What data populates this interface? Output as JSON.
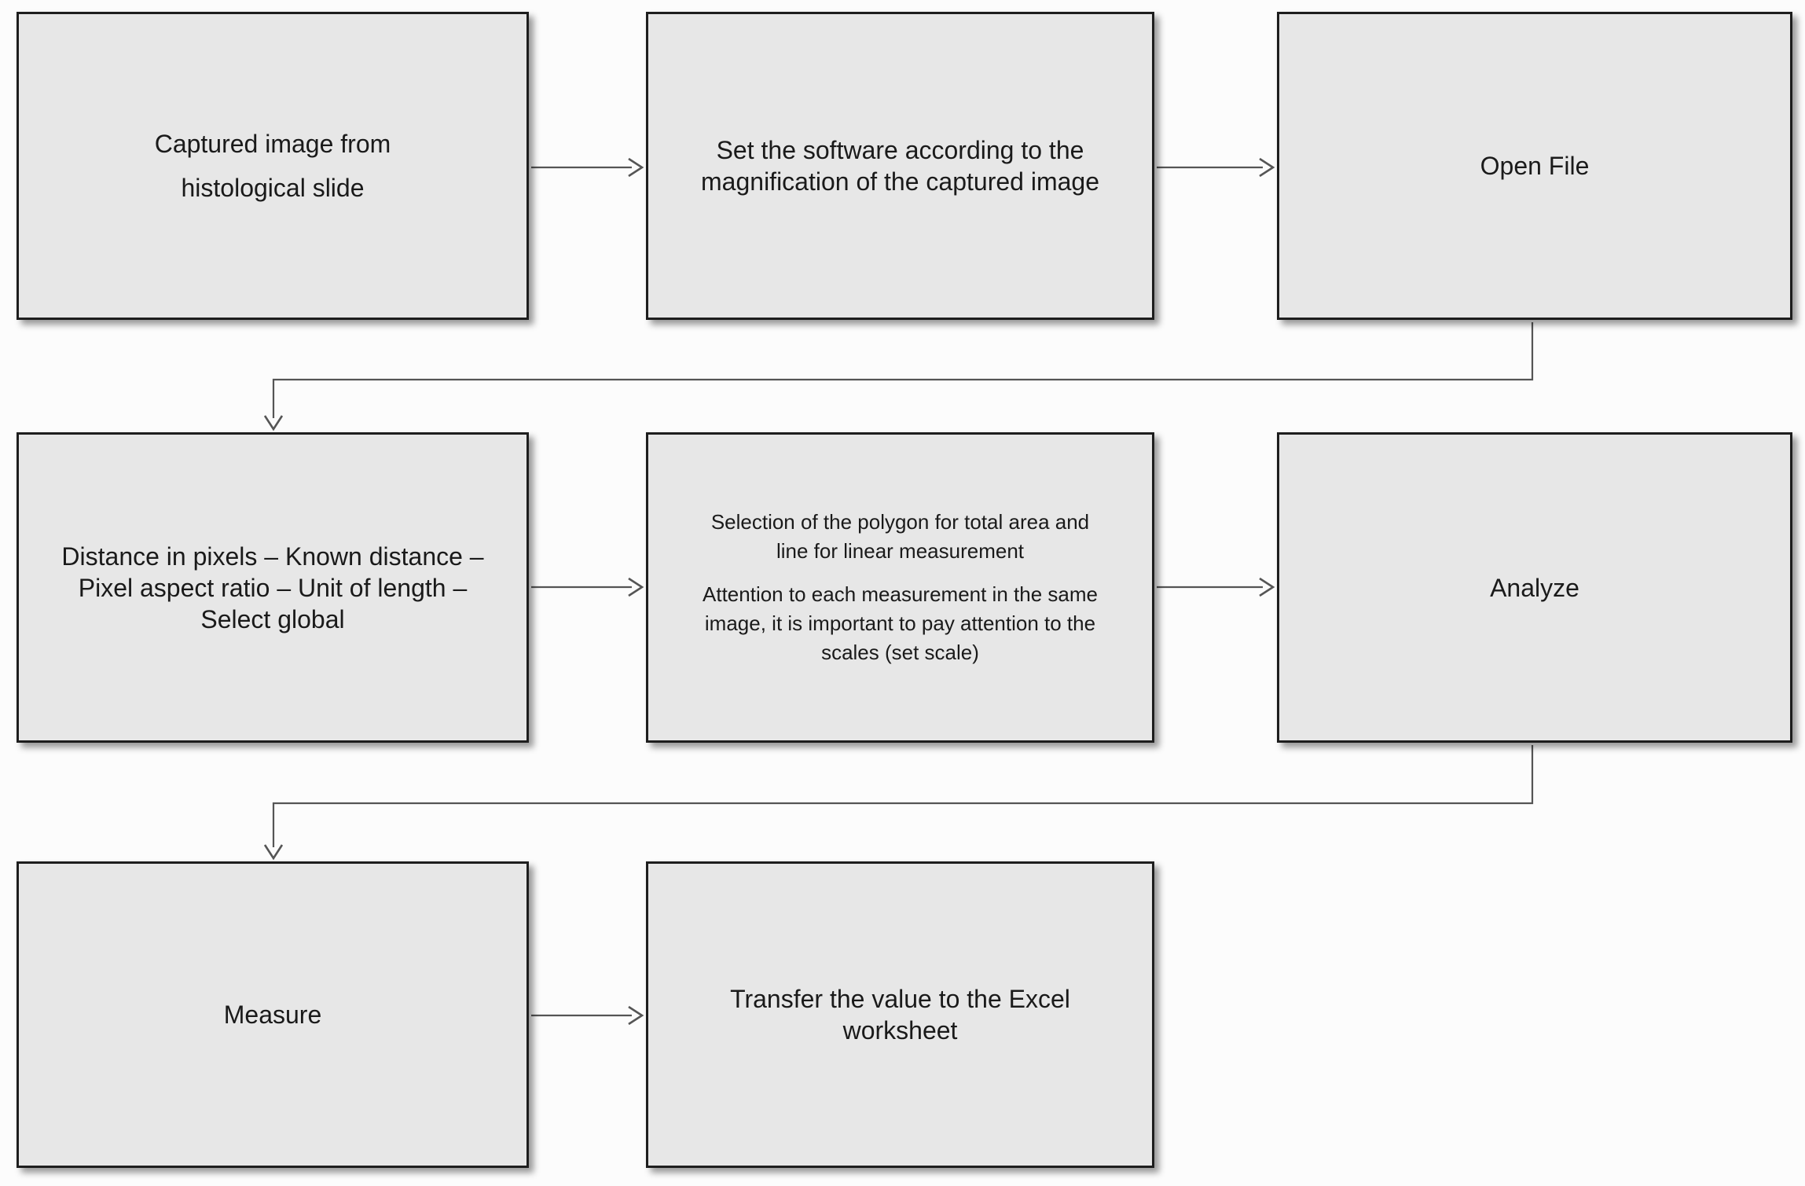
{
  "colors": {
    "background": "#fcfcfc",
    "box_fill": "#e7e7e7",
    "box_border": "#1e1e1e",
    "box_text": "#1a1a1a",
    "connector": "#555555"
  },
  "boxes": {
    "captured_image": {
      "lines": [
        "Captured image from",
        "histological slide"
      ]
    },
    "set_software": {
      "lines": [
        "Set the software according to the",
        "magnification of the captured image"
      ]
    },
    "open_file": {
      "lines": [
        "Open File"
      ]
    },
    "scale_parameters": {
      "lines": [
        "Distance in pixels – Known distance –",
        "Pixel aspect ratio – Unit of length –",
        "Select global"
      ]
    },
    "selection": {
      "paragraph1": [
        "Selection of the polygon for total area and",
        "line for linear measurement"
      ],
      "paragraph2": [
        "Attention to each measurement in the same",
        "image, it is important to pay attention to the",
        "scales (set scale)"
      ]
    },
    "analyze": {
      "lines": [
        "Analyze"
      ]
    },
    "measure": {
      "lines": [
        "Measure"
      ]
    },
    "transfer": {
      "lines": [
        "Transfer the value to the Excel",
        "worksheet"
      ]
    }
  }
}
